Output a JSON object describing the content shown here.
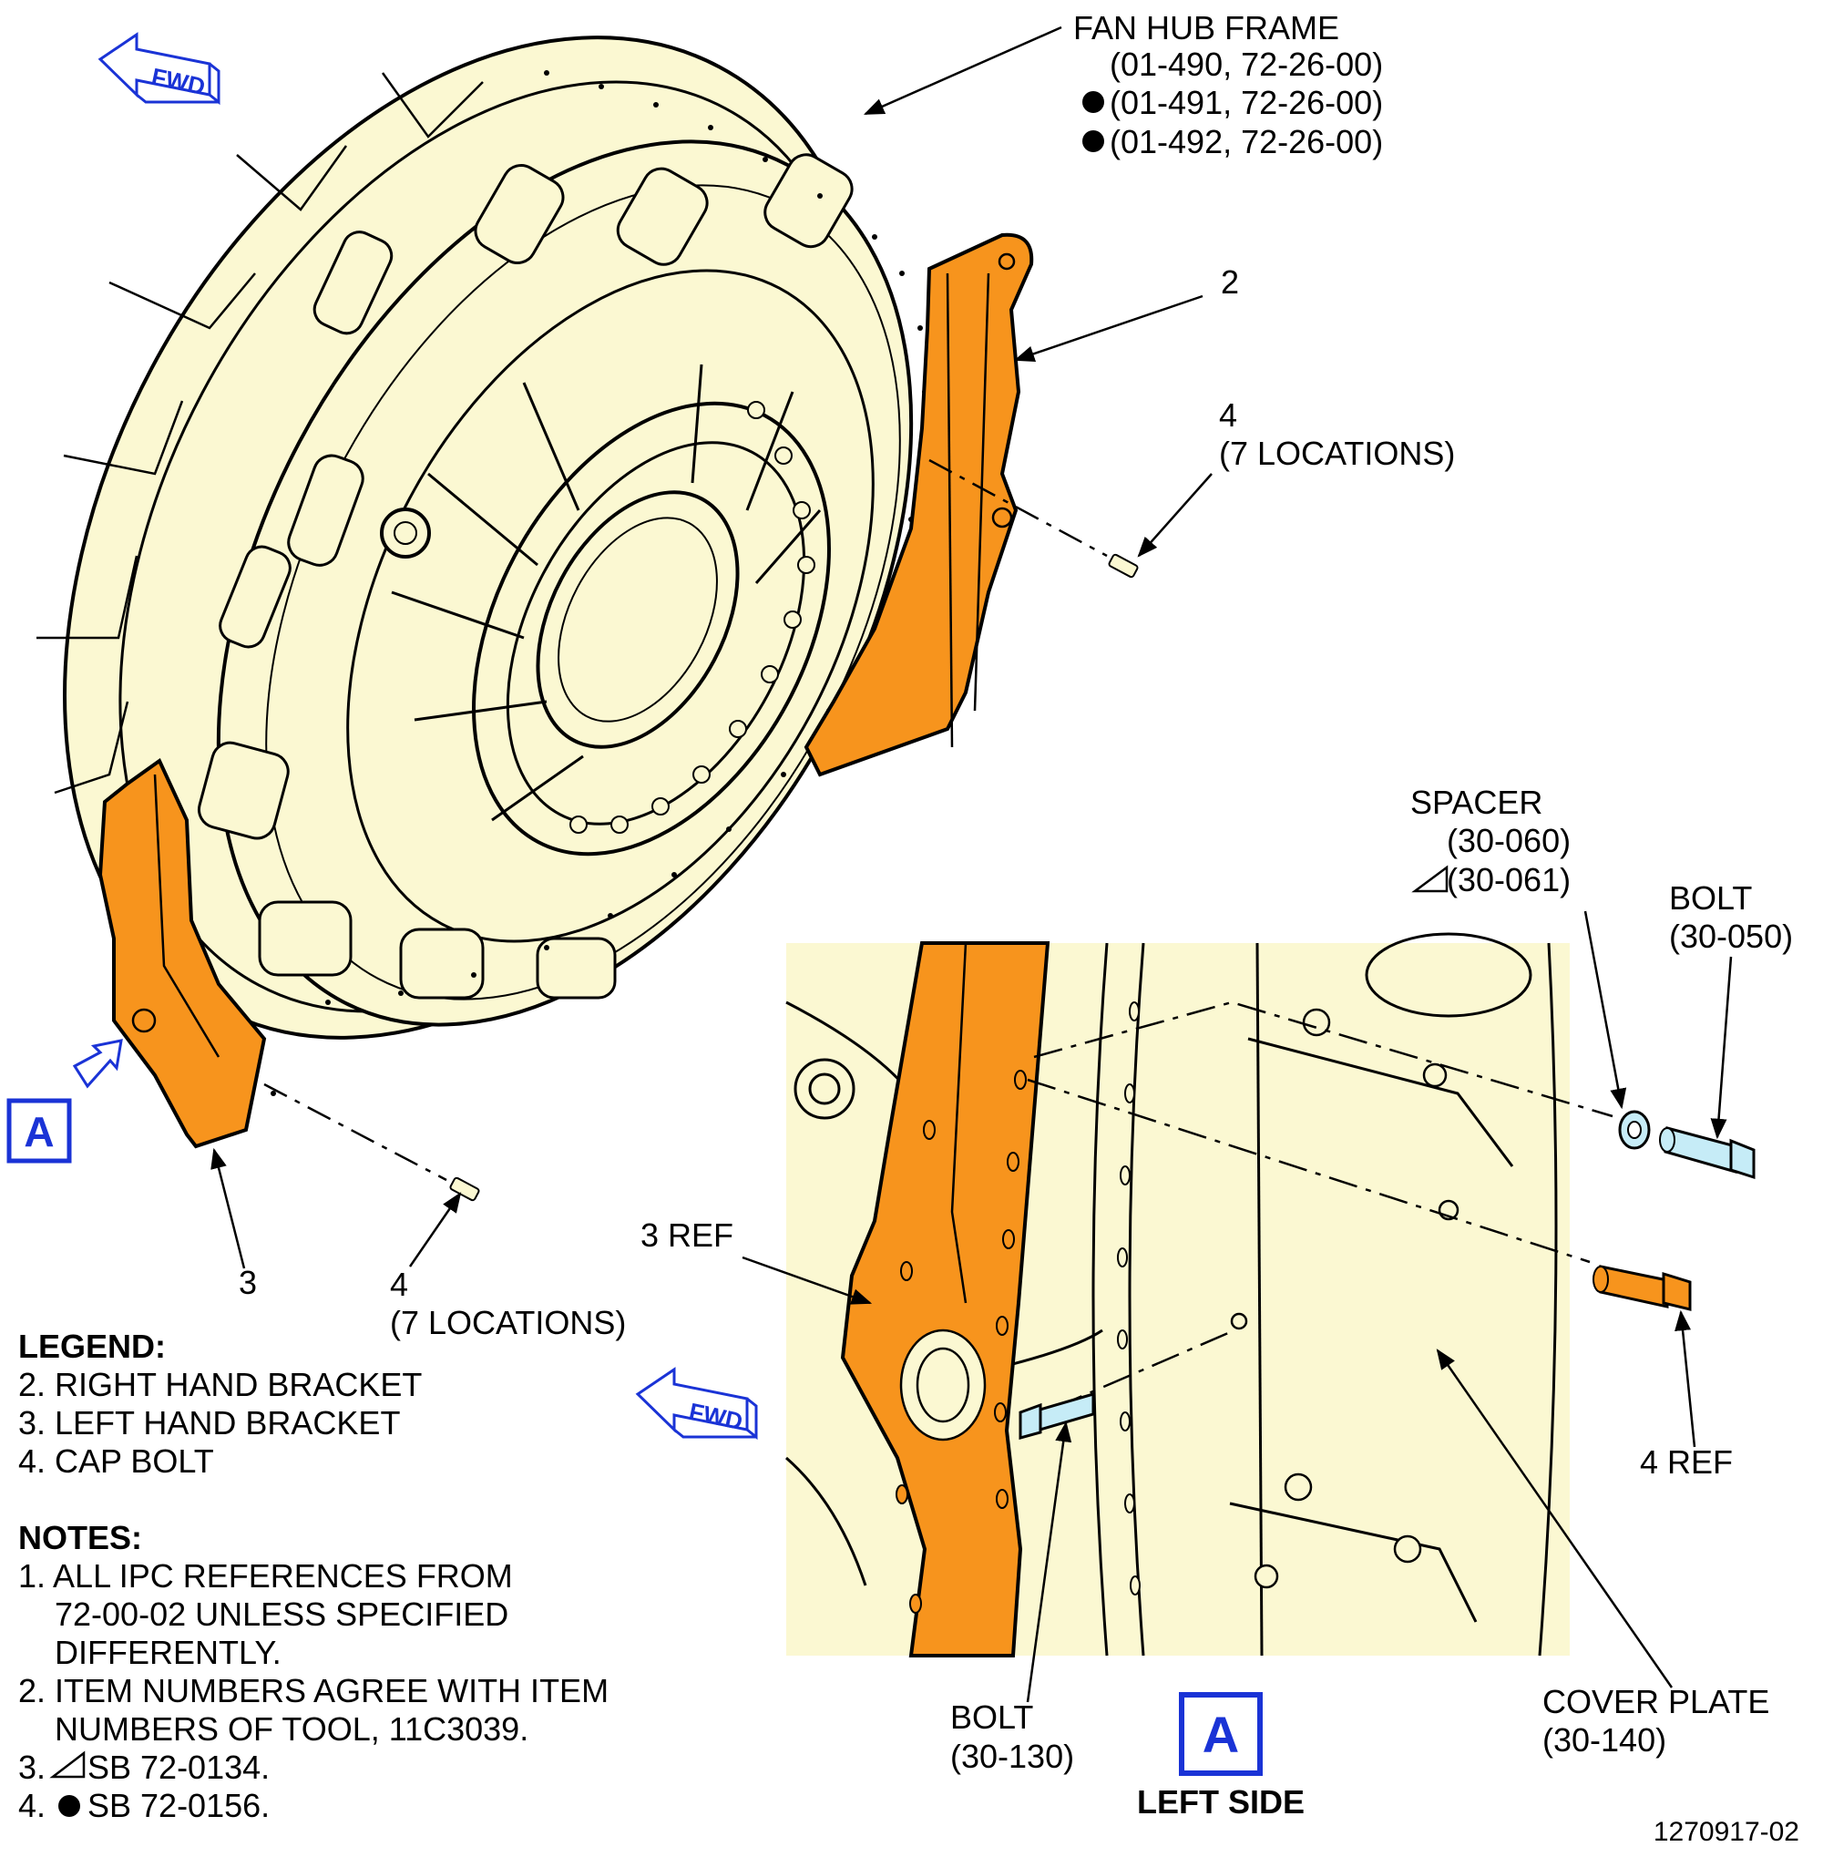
{
  "callouts": {
    "fan_hub_frame": {
      "title": "FAN HUB FRAME",
      "ref1": "(01-490, 72-26-00)",
      "ref2": "(01-491, 72-26-00)",
      "ref3": "(01-492, 72-26-00)"
    },
    "item2": "2",
    "item4_top": {
      "num": "4",
      "qty": "(7 LOCATIONS)"
    },
    "item3": "3",
    "item4_bottom": {
      "num": "4",
      "qty": "(7 LOCATIONS)"
    },
    "spacer": {
      "title": "SPACER",
      "ref1": "(30-060)",
      "ref2": "(30-061)"
    },
    "bolt_050": {
      "title": "BOLT",
      "ref": "(30-050)"
    },
    "ref3": "3 REF",
    "ref4": "4 REF",
    "bolt_130": {
      "title": "BOLT",
      "ref": "(30-130)"
    },
    "cover_plate": {
      "title": "COVER PLATE",
      "ref": "(30-140)"
    }
  },
  "fwd_label": "FWD",
  "view_tag": "A",
  "view_title": "LEFT SIDE",
  "drawing_number": "1270917-02",
  "legend": {
    "title": "LEGEND:",
    "items": [
      "2. RIGHT HAND BRACKET",
      "3. LEFT HAND BRACKET",
      "4. CAP BOLT"
    ]
  },
  "notes": {
    "title": "NOTES:",
    "lines": [
      "1. ALL IPC REFERENCES FROM",
      "72-00-02 UNLESS SPECIFIED",
      "DIFFERENTLY.",
      "2. ITEM NUMBERS AGREE WITH ITEM",
      "NUMBERS OF TOOL, 11C3039.",
      "3.",
      "SB 72-0134.",
      "4.",
      "SB 72-0156."
    ]
  },
  "colors": {
    "part_fill": "#fbf8d2",
    "bracket": "#f7941d",
    "bolt_blue": "#c6ecf7",
    "fwd_blue": "#1a33d6",
    "line": "#000000"
  }
}
